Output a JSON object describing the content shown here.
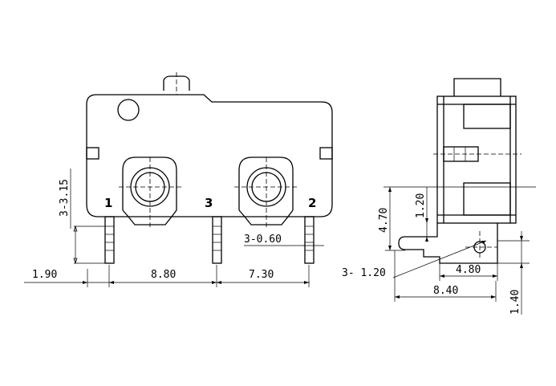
{
  "pins": {
    "pin1": "1",
    "pin3": "3",
    "pin2": "2"
  },
  "front_dims": {
    "left_height": "3-3.15",
    "pin_width": "3-0.60",
    "left_offset": "1.90",
    "pitch_1_3": "8.80",
    "pitch_3_2": "7.30"
  },
  "side_dims": {
    "height_470": "4.70",
    "height_120": "1.20",
    "hole": "3-  1.20",
    "span_480": "4.80",
    "span_840": "8.40",
    "height_140": "1.40"
  }
}
